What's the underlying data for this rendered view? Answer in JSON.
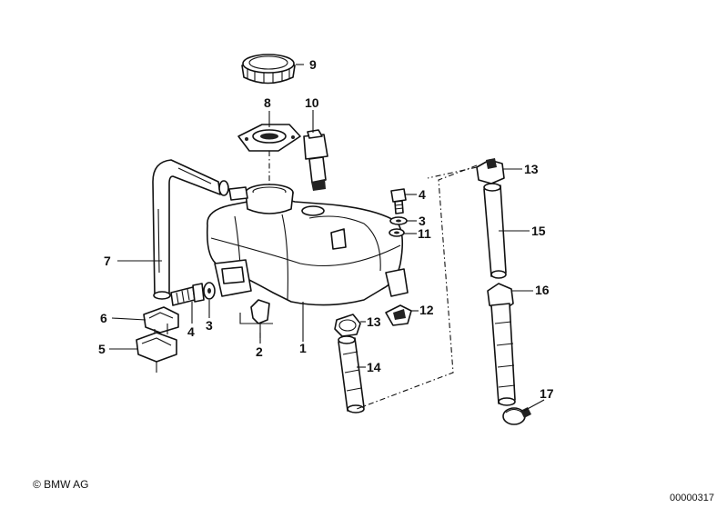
{
  "labels": {
    "p1": "1",
    "p2": "2",
    "p3a": "3",
    "p3b": "3",
    "p4a": "4",
    "p4b": "4",
    "p5": "5",
    "p6": "6",
    "p7": "7",
    "p8": "8",
    "p9": "9",
    "p10": "10",
    "p11": "11",
    "p12": "12",
    "p13a": "13",
    "p13b": "13",
    "p14": "14",
    "p15": "15",
    "p16": "16",
    "p17": "17"
  },
  "footer": {
    "copyright": "© BMW AG",
    "diagram_number": "00000317"
  }
}
